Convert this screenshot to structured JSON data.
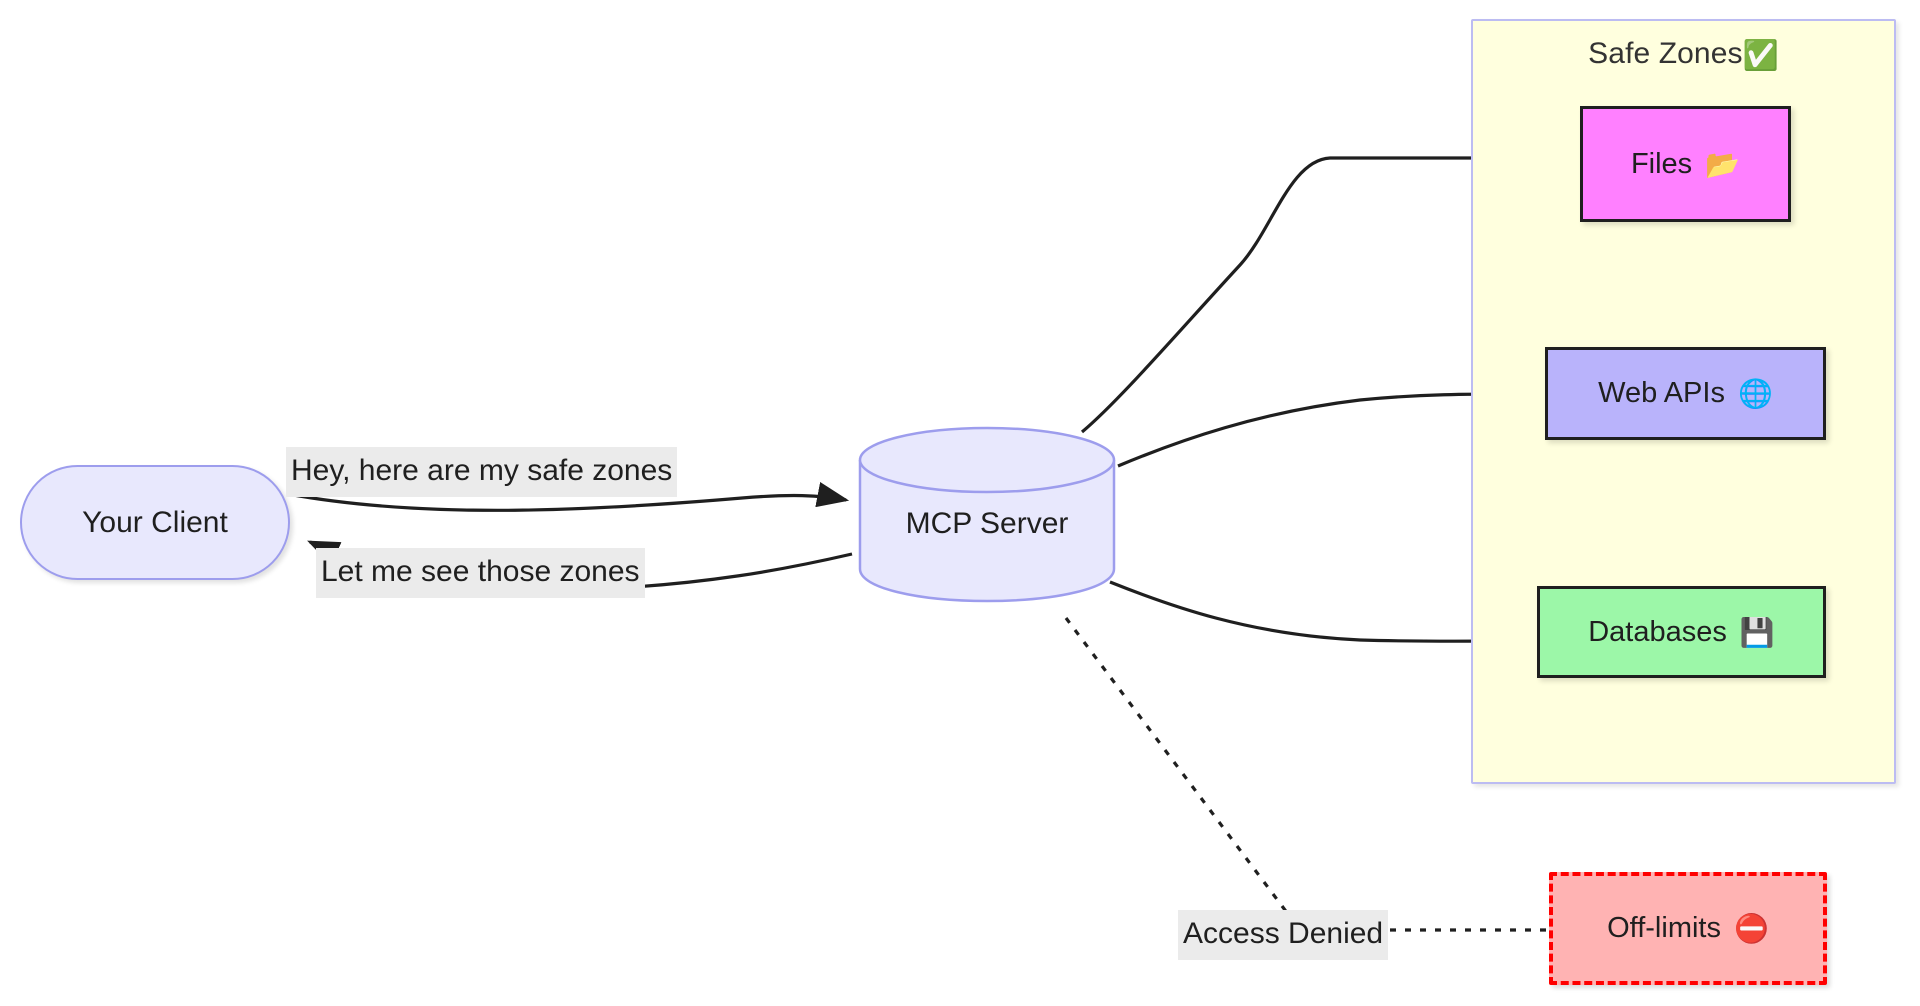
{
  "diagram": {
    "type": "flowchart",
    "title_visible": false,
    "background_color": "#ffffff"
  },
  "nodes": {
    "client": {
      "id": "client",
      "label": "Your Client",
      "shape": "stadium",
      "fill": "#e8e8fd",
      "stroke": "#9d9ded"
    },
    "server": {
      "id": "server",
      "label": "MCP Server",
      "shape": "cylinder",
      "fill": "#e8e8fd",
      "stroke": "#9d9ded"
    },
    "files": {
      "id": "files",
      "label": "Files",
      "emoji": "📂",
      "emoji_name": "open-folder-icon",
      "shape": "rect",
      "fill": "#ff80ff",
      "stroke": "#1f1f1f"
    },
    "webapis": {
      "id": "webapis",
      "label": "Web APIs",
      "emoji": "🌐",
      "emoji_name": "globe-with-meridians-icon",
      "shape": "rect",
      "fill": "#b9b3fb",
      "stroke": "#1f1f1f"
    },
    "databases": {
      "id": "databases",
      "label": "Databases",
      "emoji": "💾",
      "emoji_name": "floppy-disk-icon",
      "shape": "rect",
      "fill": "#9cf7a8",
      "stroke": "#1f1f1f"
    },
    "offlimits": {
      "id": "offlimits",
      "label": "Off-limits",
      "emoji": "⛔",
      "emoji_name": "no-entry-icon",
      "shape": "rect-dashed",
      "fill": "#ffb3b3",
      "stroke": "#ff0000"
    }
  },
  "subgraph": {
    "id": "safe-zones",
    "title": "Safe Zones",
    "emoji": "✅",
    "emoji_name": "check-mark-button-icon",
    "fill": "#ffffde",
    "stroke": "#bcbcf2",
    "members": [
      "files",
      "webapis",
      "databases"
    ]
  },
  "edges": [
    {
      "id": "client-to-server",
      "from": "client",
      "to": "server",
      "label": "Hey, here are my safe zones",
      "style": "solid",
      "arrow": "end"
    },
    {
      "id": "server-to-client",
      "from": "server",
      "to": "client",
      "label": "Let me see those zones",
      "style": "solid",
      "arrow": "end"
    },
    {
      "id": "server-to-files",
      "from": "server",
      "to": "files",
      "label": "",
      "style": "solid",
      "arrow": "end"
    },
    {
      "id": "server-to-webapis",
      "from": "server",
      "to": "webapis",
      "label": "",
      "style": "solid",
      "arrow": "end"
    },
    {
      "id": "server-to-databases",
      "from": "server",
      "to": "databases",
      "label": "",
      "style": "solid",
      "arrow": "end"
    },
    {
      "id": "server-to-offlimits",
      "from": "server",
      "to": "offlimits",
      "label": "Access Denied",
      "style": "dotted",
      "arrow": "none"
    }
  ],
  "edge_labels": {
    "safe_zones": "Hey, here are my safe zones",
    "see_zones": "Let me see those zones",
    "access_denied": "Access Denied"
  },
  "colors": {
    "edge_stroke": "#1f1f1f",
    "denied_stroke": "#1f1f1f",
    "label_background": "#ebebeb"
  }
}
